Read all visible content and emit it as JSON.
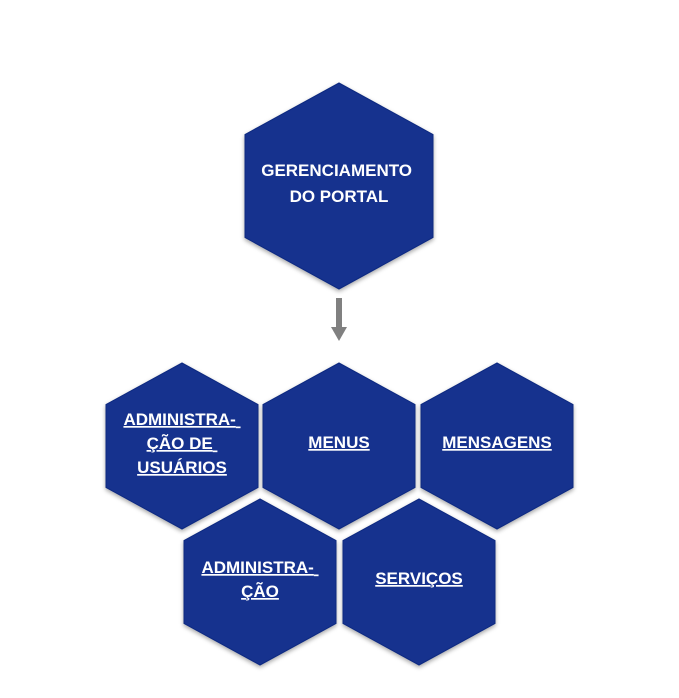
{
  "colors": {
    "hex_fill": "#14318e",
    "text": "#ffffff",
    "arrow": "#808080"
  },
  "top_node": {
    "lines": [
      "GERENCIAMENTO",
      "DO PORTAL"
    ]
  },
  "nodes": {
    "admin_usuarios": {
      "lines": [
        "ADMINISTRA-",
        "ÇÃO DE",
        "USUÁRIOS"
      ]
    },
    "menus": {
      "lines": [
        "MENUS"
      ]
    },
    "mensagens": {
      "lines": [
        "MENSAGENS"
      ]
    },
    "administracao": {
      "lines": [
        "ADMINISTRA-",
        "ÇÃO"
      ]
    },
    "servicos": {
      "lines": [
        "SERVIÇOS"
      ]
    }
  }
}
